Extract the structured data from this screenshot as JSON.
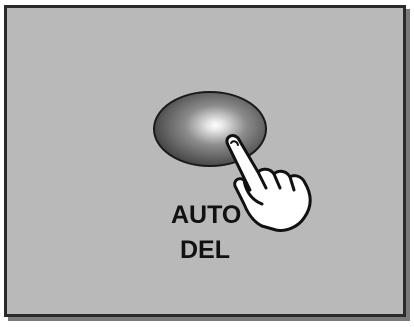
{
  "button": {
    "label_line1": "AUTO",
    "label_line2": "DEL",
    "shape": "oval",
    "color_center": "#f4f4f4",
    "color_mid": "#8a8a8a",
    "color_edge": "#3a3a3a"
  },
  "panel": {
    "background": "#b9b9b9",
    "border_color": "#2a2a2a"
  },
  "pointer": {
    "icon": "pointing-hand-icon",
    "state": "pressing"
  }
}
